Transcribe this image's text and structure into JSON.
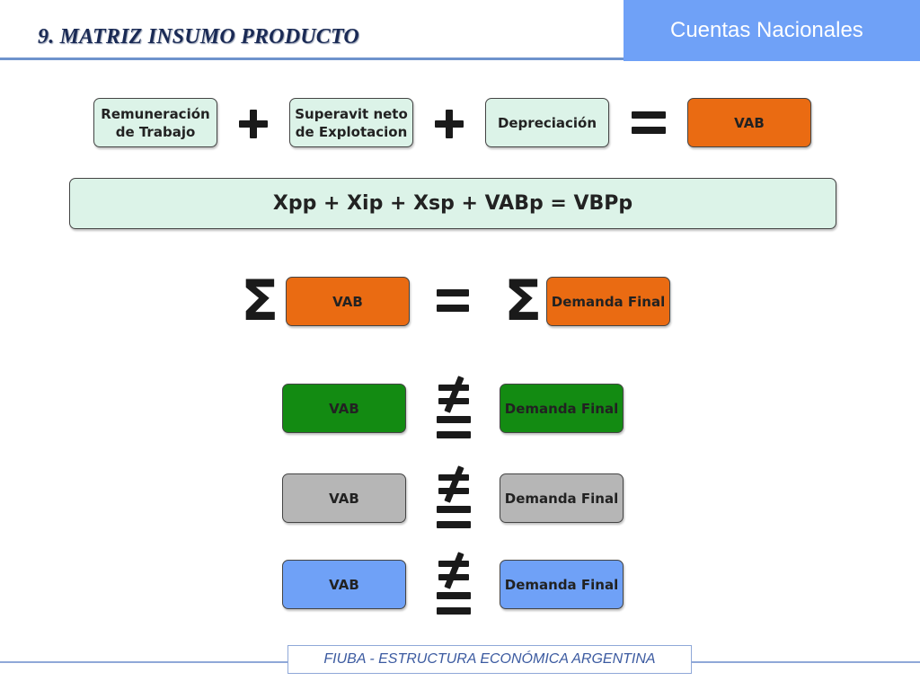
{
  "header": {
    "title": "9. MATRIZ INSUMO PRODUCTO",
    "brand": "Cuentas Nacionales"
  },
  "equation_row": {
    "items": [
      "Remuneración de Trabajo",
      "Superavit neto de Explotacion",
      "Depreciación",
      "VAB"
    ],
    "operators": [
      "plus",
      "plus",
      "equals"
    ]
  },
  "formula": "Xpp + Xip + Xsp + VABp = VBPp",
  "sum_row": {
    "left": "VAB",
    "right": "Demanda Final",
    "symbols": [
      "sigma",
      "equals",
      "sigma"
    ]
  },
  "comparisons": [
    {
      "left": "VAB",
      "right": "Demanda Final",
      "color": "#138b12",
      "symbol": "not-equal-over-equal"
    },
    {
      "left": "VAB",
      "right": "Demanda Final",
      "color": "#b6b6b6",
      "symbol": "not-equal-over-equal"
    },
    {
      "left": "VAB",
      "right": "Demanda Final",
      "color": "#6fa1f7",
      "symbol": "not-equal-over-equal"
    }
  ],
  "colors": {
    "mint": "#dcf3e8",
    "orange": "#ea6b12",
    "brand_blue": "#6fa1f7"
  },
  "footer": "FIUBA - ESTRUCTURA ECONÓMICA ARGENTINA"
}
